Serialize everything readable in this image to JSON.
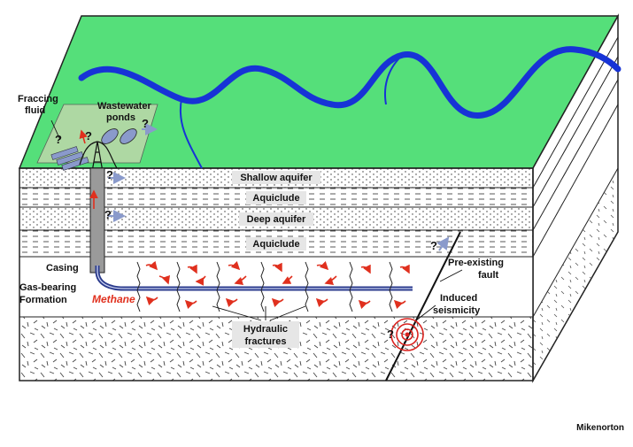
{
  "labels": {
    "fraccing_fluid_1": "Fraccing",
    "fraccing_fluid_2": "fluid",
    "wastewater_1": "Wastewater",
    "wastewater_2": "ponds",
    "casing": "Casing",
    "gas_bearing_1": "Gas-bearing",
    "gas_bearing_2": "Formation",
    "methane": "Methane",
    "hydraulic_1": "Hydraulic",
    "hydraulic_2": "fractures",
    "fault_1": "Pre-existing",
    "fault_2": "fault",
    "seismicity_1": "Induced",
    "seismicity_2": "seismicity",
    "question": "?"
  },
  "layers": {
    "shallow_aquifer": "Shallow aquifer",
    "aquiclude_1": "Aquiclude",
    "deep_aquifer": "Deep aquifer",
    "aquiclude_2": "Aquiclude"
  },
  "credit": "Mikenorton",
  "colors": {
    "surface_green": "#55df7a",
    "river_blue": "#1733d6",
    "methane_red": "#e0301e",
    "pipe_blue": "#2a3a8c",
    "casing_gray": "#9a9a9a",
    "pond_blue": "#8a9acb",
    "site_pad": "#b8d8a8",
    "seismic_red": "#d9231f"
  }
}
